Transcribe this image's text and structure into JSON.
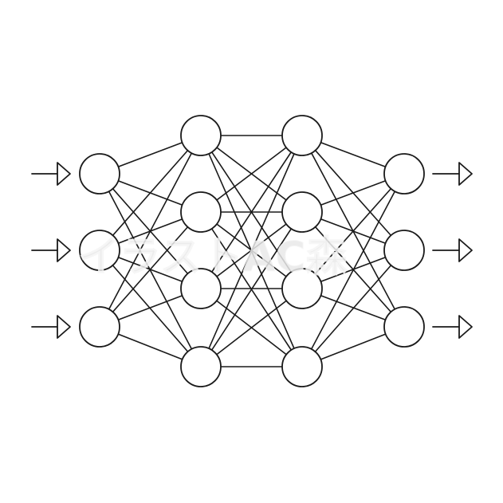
{
  "diagram": {
    "type": "neural-network",
    "layers": [
      {
        "name": "input",
        "nodes": 3
      },
      {
        "name": "hidden-1",
        "nodes": 4
      },
      {
        "name": "hidden-2",
        "nodes": 4
      },
      {
        "name": "output",
        "nodes": 3
      }
    ],
    "connectivity": "fully-connected",
    "input_arrows": 3,
    "output_arrows": 3,
    "colors": {
      "stroke": "#1a1a1a",
      "fill": "#ffffff",
      "background": "#ffffff",
      "watermark": "#e9e9e9"
    }
  },
  "watermark": {
    "text": "イラストAC森"
  }
}
